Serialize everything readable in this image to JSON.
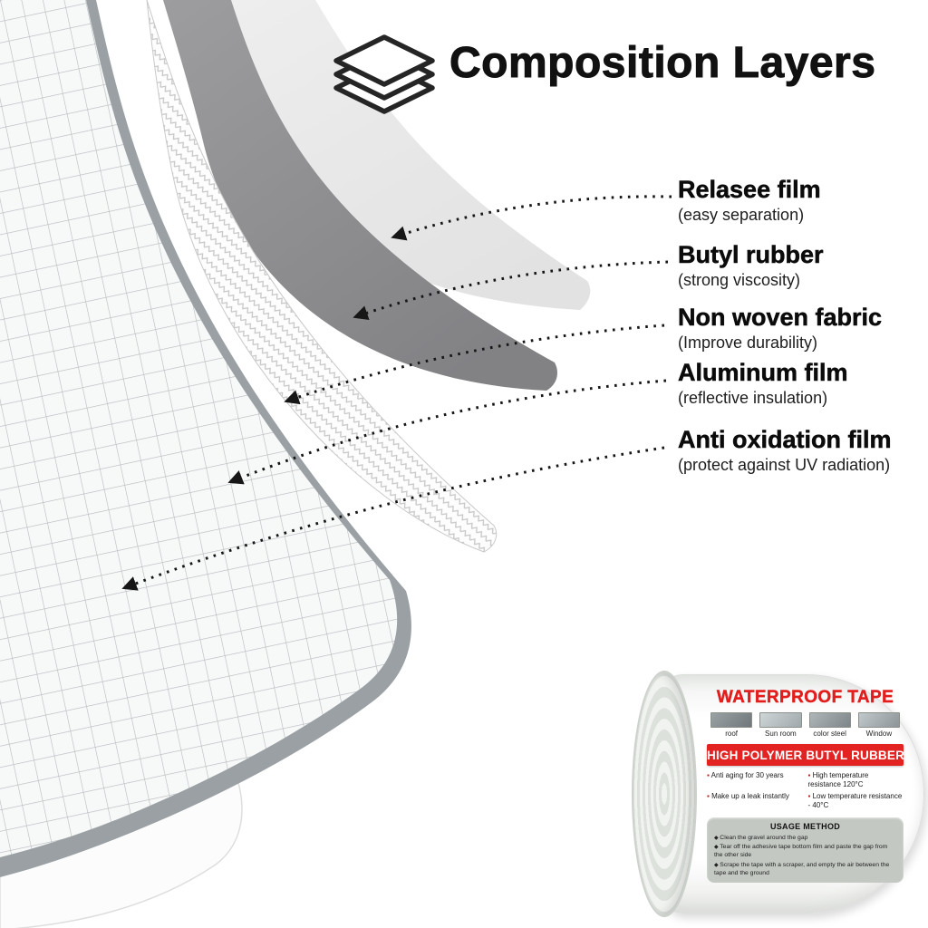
{
  "header": {
    "title": "Composition Layers",
    "icon": "layers-icon"
  },
  "labels": [
    {
      "name": "Relasee film",
      "desc": "(easy separation)"
    },
    {
      "name": "Butyl rubber",
      "desc": "(strong viscosity)"
    },
    {
      "name": "Non woven fabric",
      "desc": "(Improve durability)"
    },
    {
      "name": "Aluminum film",
      "desc": "(reflective insulation)"
    },
    {
      "name": "Anti oxidation film",
      "desc": "(protect against UV radiation)"
    }
  ],
  "product": {
    "title": "WATERPROOF TAPE",
    "applications": [
      "roof",
      "Sun room",
      "color steel",
      "Window"
    ],
    "banner": "HIGH POLYMER BUTYL RUBBER",
    "features": [
      "Anti aging for 30 years",
      "Make up a leak instantly",
      "High temperature resistance 120°C",
      "Low temperature resistance - 40°C"
    ],
    "usage": {
      "title": "USAGE METHOD",
      "steps": [
        "Clean the gravel around the gap",
        "Tear off the adhesive tape bottom film and paste the gap from the other side",
        "Scrape the tape with a scraper, and empty the air between the tape and the ground"
      ]
    }
  },
  "colors": {
    "accent_red": "#e32222",
    "text": "#111111",
    "butyl_gray": "#8f9092",
    "film_gray": "#e9e9e9",
    "grid_line": "#b6babd"
  }
}
